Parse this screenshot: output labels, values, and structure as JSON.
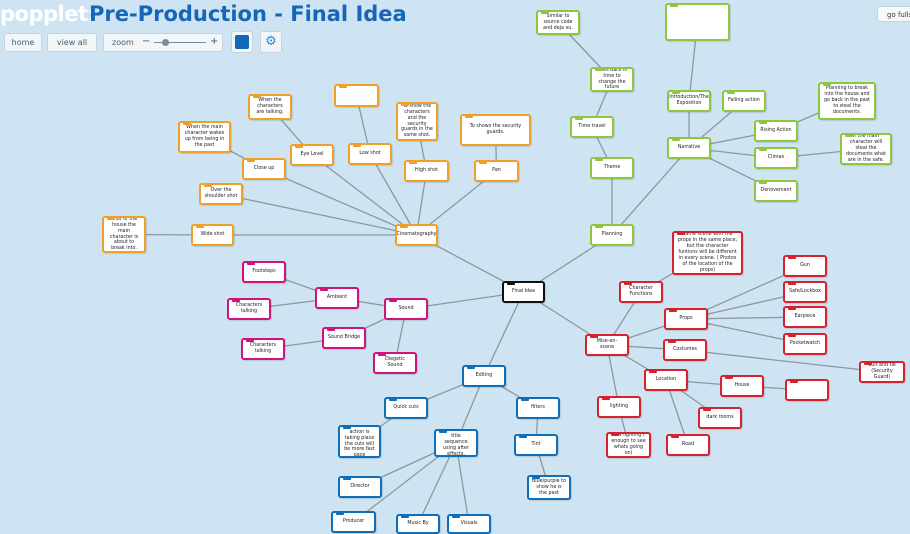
{
  "header": {
    "logo": "popplet:",
    "title": "Pre-Production - Final Idea",
    "home_label": "home",
    "view_all_label": "view all",
    "zoom_label": "zoom",
    "zoom_minus": "−",
    "zoom_plus": "+",
    "fullscreen_label": "go fullscreen",
    "settings_icon": "⚙"
  },
  "colors": {
    "cinematography": "#f0a028",
    "planning": "#8ec63f",
    "sound": "#d0127a",
    "mise_en_scene": "#d9202d",
    "editing": "#0f6eb8",
    "center": "#111111",
    "title": "#1565b8",
    "background": "#cfe4f3"
  },
  "nodes": [
    {
      "id": "final",
      "label": "Final Idea"
    },
    {
      "id": "cine",
      "label": "Cinematography"
    },
    {
      "id": "wide",
      "label": "Wide shot"
    },
    {
      "id": "wide_note",
      "label": "Shot of the house the main character is about to break into."
    },
    {
      "id": "ots",
      "label": "Over the shoulder shot"
    },
    {
      "id": "closeup",
      "label": "Close up"
    },
    {
      "id": "closeup_note",
      "label": "When the main character wakes up from being in the past"
    },
    {
      "id": "eye",
      "label": "Eye Level"
    },
    {
      "id": "eye_note",
      "label": "When the characters are talking."
    },
    {
      "id": "low",
      "label": "Low shot"
    },
    {
      "id": "low_note",
      "label": ""
    },
    {
      "id": "high",
      "label": "High shot"
    },
    {
      "id": "high_note",
      "label": "To show the characters and the security guards in the same shot."
    },
    {
      "id": "pan",
      "label": "Pan"
    },
    {
      "id": "pan_note",
      "label": "To shows the security guards."
    },
    {
      "id": "plan",
      "label": "Planning"
    },
    {
      "id": "theme",
      "label": "Theme"
    },
    {
      "id": "time",
      "label": "Time travel"
    },
    {
      "id": "goes",
      "label": "Goes back in time to change the future"
    },
    {
      "id": "similar",
      "label": "Similar to source code and deja vu."
    },
    {
      "id": "narr",
      "label": "Narrative"
    },
    {
      "id": "intro",
      "label": "Introduction/The Exposition"
    },
    {
      "id": "intro_note",
      "label": ""
    },
    {
      "id": "falling",
      "label": "Falling action"
    },
    {
      "id": "rising",
      "label": "Rising Action"
    },
    {
      "id": "rising_note",
      "label": "Planning to break into the house and go back in the past to steal the documents."
    },
    {
      "id": "climax",
      "label": "Climax"
    },
    {
      "id": "climax_note",
      "label": "If the main character will steal the documents what are in the safe."
    },
    {
      "id": "denou",
      "label": "Denovement"
    },
    {
      "id": "sound",
      "label": "Sound"
    },
    {
      "id": "ambient",
      "label": "Ambient"
    },
    {
      "id": "foot",
      "label": "Footsteps"
    },
    {
      "id": "talk1",
      "label": "Characters talking"
    },
    {
      "id": "bridge",
      "label": "Sound Bridge"
    },
    {
      "id": "talk2",
      "label": "Characters talking"
    },
    {
      "id": "diegetic",
      "label": "Diegetic Sound"
    },
    {
      "id": "mise",
      "label": "Mise-en-scene"
    },
    {
      "id": "charf",
      "label": "Character Functions"
    },
    {
      "id": "charf_note",
      "label": "Same scene with the props in the same place, but the character funtions will be different in every scene. ( Photos of the location of the props)"
    },
    {
      "id": "props",
      "label": "Props"
    },
    {
      "id": "gun",
      "label": "Gun"
    },
    {
      "id": "safe",
      "label": "Safe/Lockbox"
    },
    {
      "id": "ear",
      "label": "Earpiece"
    },
    {
      "id": "pocket",
      "label": "Pocketwatch"
    },
    {
      "id": "cost",
      "label": "Costumes"
    },
    {
      "id": "suit",
      "label": "Suit and tie (Security Guard)"
    },
    {
      "id": "loc",
      "label": "Location"
    },
    {
      "id": "house",
      "label": "House"
    },
    {
      "id": "house_note",
      "label": ""
    },
    {
      "id": "dark",
      "label": "dark rooms"
    },
    {
      "id": "road",
      "label": "Road"
    },
    {
      "id": "light",
      "label": "lighting"
    },
    {
      "id": "lowl",
      "label": "Low lighting ( enough to see whats going on)"
    },
    {
      "id": "edit",
      "label": "Editing"
    },
    {
      "id": "quick",
      "label": "Quick cuts"
    },
    {
      "id": "quick_note",
      "label": "When the action is taking place the cuts will be more fast pace"
    },
    {
      "id": "anim",
      "label": "Animated title sequence using after effects."
    },
    {
      "id": "director",
      "label": "Director"
    },
    {
      "id": "producer",
      "label": "Producer"
    },
    {
      "id": "music",
      "label": "Music By"
    },
    {
      "id": "visuals",
      "label": "Visuals"
    },
    {
      "id": "filters",
      "label": "filters"
    },
    {
      "id": "tint",
      "label": "Tint"
    },
    {
      "id": "blue",
      "label": "Blue/purple to show he is the past"
    }
  ]
}
